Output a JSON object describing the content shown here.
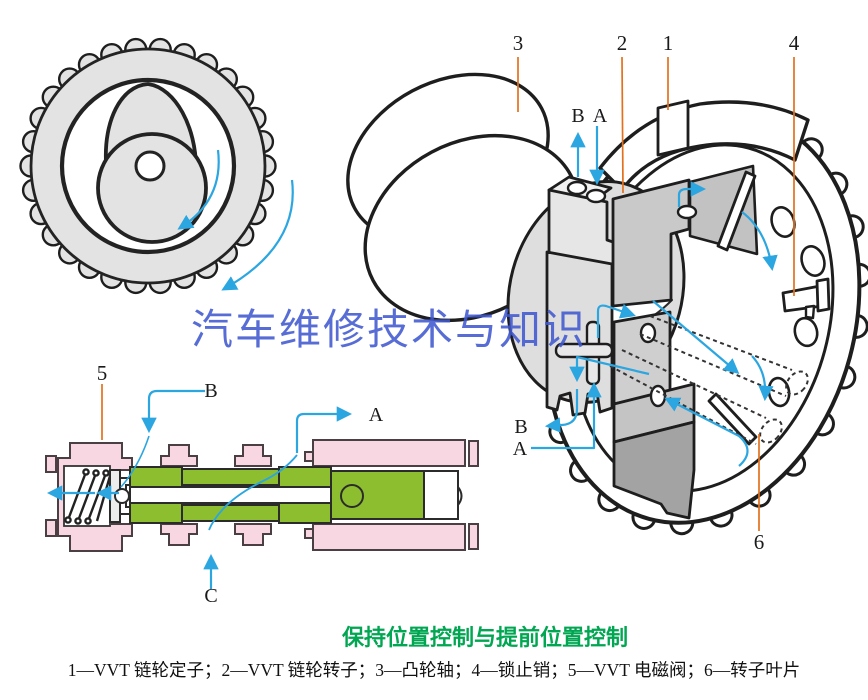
{
  "figure": {
    "watermark": "汽车维修技术与知识",
    "caption": "保持位置控制与提前位置控制",
    "legend": "1—VVT 链轮定子；2—VVT 链轮转子；3—凸轮轴；4—锁止销；5—VVT 电磁阀；6—转子叶片",
    "legend_items": [
      {
        "num": "1",
        "name": "VVT 链轮定子"
      },
      {
        "num": "2",
        "name": "VVT 链轮转子"
      },
      {
        "num": "3",
        "name": "凸轮轴"
      },
      {
        "num": "4",
        "name": "锁止销"
      },
      {
        "num": "5",
        "name": "VVT 电磁阀"
      },
      {
        "num": "6",
        "name": "转子叶片"
      }
    ],
    "callouts": {
      "n1": "1",
      "n2": "2",
      "n3": "3",
      "n4": "4",
      "n5": "5",
      "n6": "6",
      "top_b": "B",
      "top_a": "A",
      "side_b": "B",
      "side_a": "A",
      "valve_b": "B",
      "valve_a": "A",
      "valve_c": "C"
    },
    "colors": {
      "arrow_blue": "#2ba6e0",
      "leader_orange": "#e2711d",
      "caption_green": "#00a651",
      "watermark_blue": "#4059d0",
      "valve_pink": "#f8d7e2",
      "spool_green": "#8cbe2f",
      "gear_gray": "#e3e3e3"
    }
  }
}
